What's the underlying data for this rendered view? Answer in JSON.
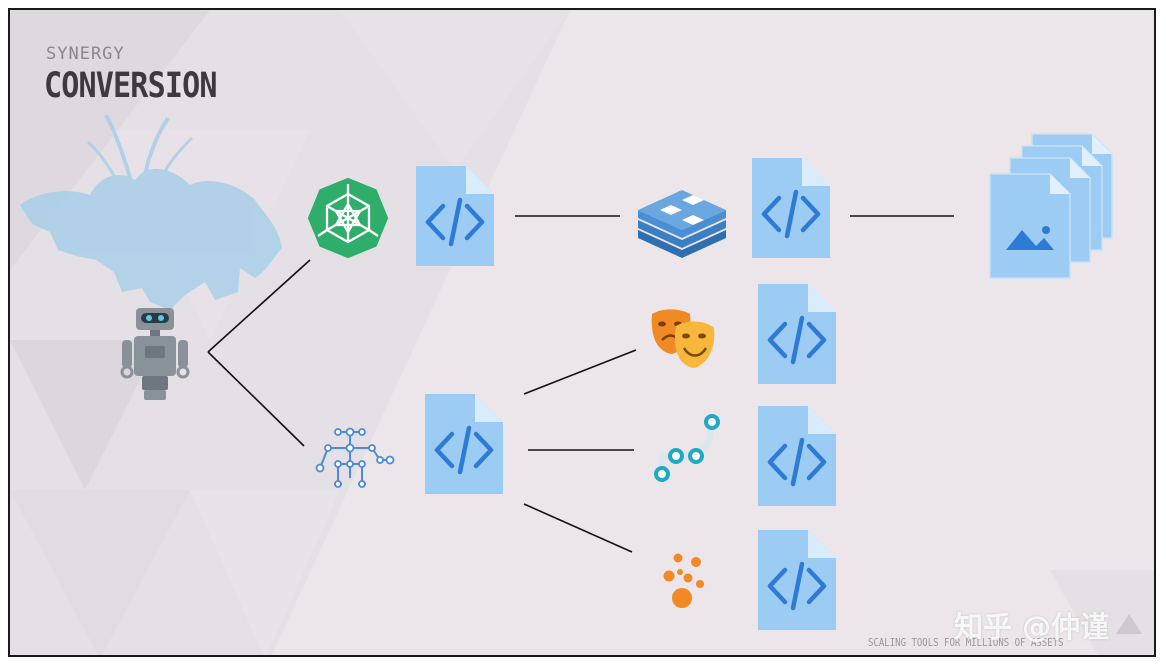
{
  "slide": {
    "subtitle": "SYNERGY",
    "title": "CONVERSION",
    "footer": "SCALING TOOLS FOR MILLIONS OF ASSETS",
    "watermark": "知乎 @仲谨"
  },
  "colors": {
    "background": "#ece6ea",
    "doc_fill": "#9ccbf3",
    "doc_fold": "#d8ecfb",
    "code_glyph": "#2d7bd6",
    "connector": "#111111",
    "creature_silhouette": "#a9cfe9",
    "robot": "#8a9299",
    "mesh_icon": "#2fae6b",
    "stack_icon": "#3a7fc4",
    "theater_icon": "#f4a340",
    "path_icon": "#1fa9c4",
    "particles_icon": "#f08a24",
    "skeleton_icon": "#4b8bd8"
  },
  "icons": [
    "robot-icon",
    "creature-silhouette",
    "geodesic-mesh-icon",
    "layered-stack-icon",
    "skeleton-rig-icon",
    "theater-masks-icon",
    "animation-path-icon",
    "particles-icon",
    "image-stack-icon",
    "code-file-icon"
  ]
}
